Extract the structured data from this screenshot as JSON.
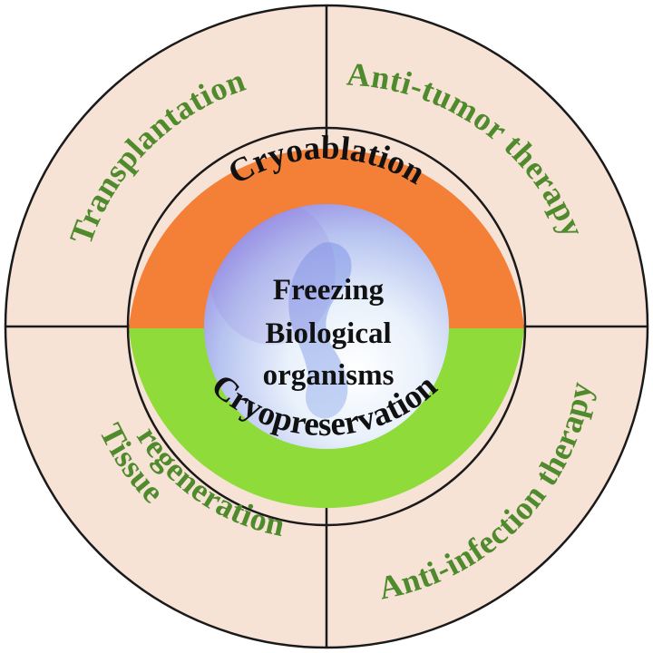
{
  "center": {
    "lines": [
      "Freezing",
      "Biological",
      "organisms"
    ]
  },
  "inner_ring": {
    "top_label": "Cryoablation",
    "bottom_label": "Cryopreservation"
  },
  "outer_ring": {
    "top_left": "Transplantation",
    "top_right": "Anti-tumor therapy",
    "bottom_left_line1": "Tissue",
    "bottom_left_line2": "regeneration",
    "bottom_right": "Anti-infection therapy"
  },
  "colors": {
    "outer_fill": "#f7e3d6",
    "outline": "#1a1a1a",
    "outer_text": "#4f8a2c",
    "cryoablation_fill": "#f47f36",
    "cryopreservation_fill": "#8fdb3a",
    "center_light": "#ffffff",
    "center_purple": "#8e7fe0",
    "center_blue": "#9ec7ee"
  }
}
